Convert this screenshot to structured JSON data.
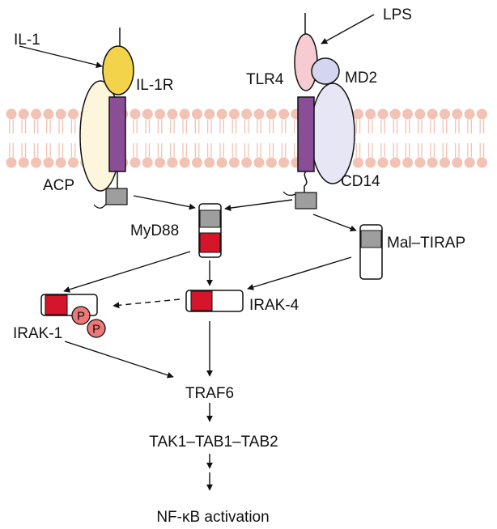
{
  "labels": {
    "il1": "IL-1",
    "il1r": "IL-1R",
    "acp": "ACP",
    "lps": "LPS",
    "tlr4": "TLR4",
    "md2": "MD2",
    "cd14": "CD14",
    "myd88": "MyD88",
    "mal_tirap": "Mal–TIRAP",
    "irak4": "IRAK-4",
    "irak1": "IRAK-1",
    "traf6": "TRAF6",
    "tak1": "TAK1–TAB1–TAB2",
    "nfkb": "NF-κB activation",
    "phospho": "P"
  },
  "colors": {
    "membrane": "#f2c2b4",
    "il1": "#f2d34a",
    "receptor": "#8a4e96",
    "acp": "#fdf6dc",
    "tlr4": "#f6cbd2",
    "md2": "#d3d6ee",
    "cd14": "#e6e6f4",
    "tir_gray": "#9e9e9e",
    "death_red": "#d4152a",
    "phospho": "#ee7878"
  }
}
